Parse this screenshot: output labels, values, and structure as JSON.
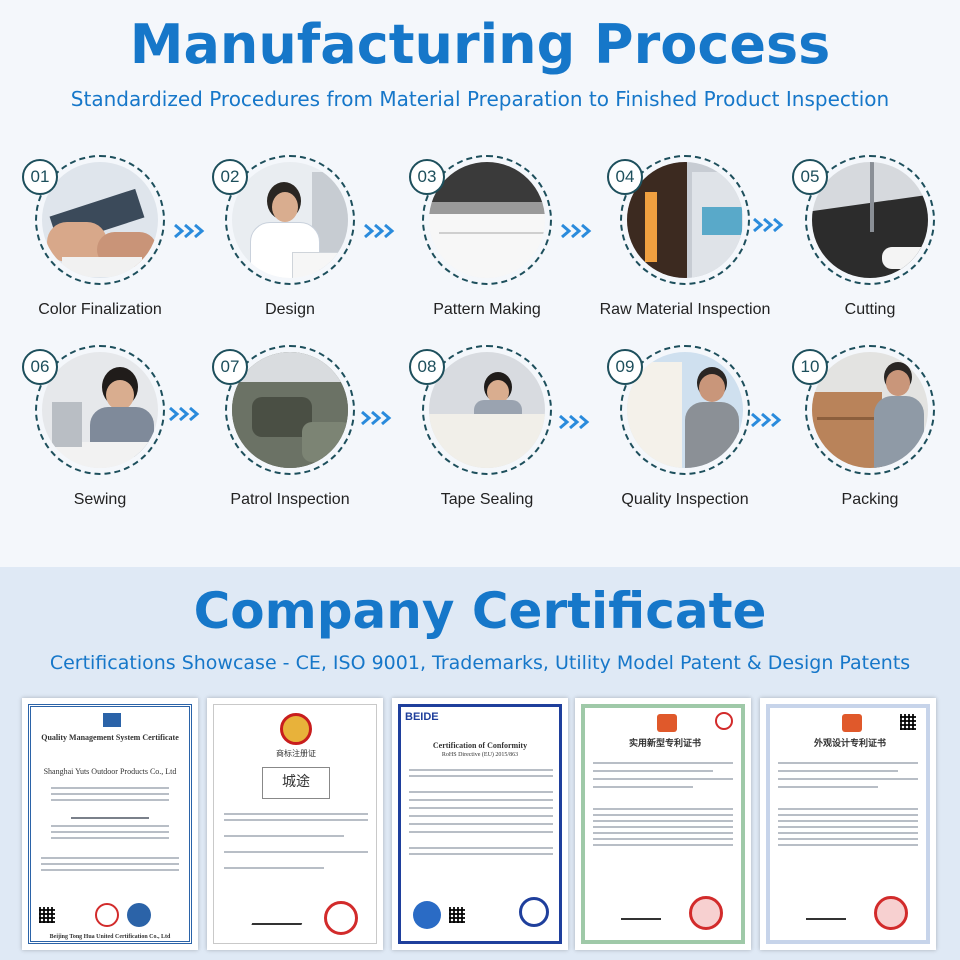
{
  "process": {
    "title": "Manufacturing Process",
    "subtitle": "Standardized Procedures from Material Preparation to Finished Product Inspection",
    "steps": [
      {
        "number": "01",
        "label": "Color Finalization"
      },
      {
        "number": "02",
        "label": "Design"
      },
      {
        "number": "03",
        "label": "Pattern Making"
      },
      {
        "number": "04",
        "label": "Raw Material Inspection"
      },
      {
        "number": "05",
        "label": "Cutting"
      },
      {
        "number": "06",
        "label": "Sewing"
      },
      {
        "number": "07",
        "label": "Patrol Inspection"
      },
      {
        "number": "08",
        "label": "Tape Sealing"
      },
      {
        "number": "09",
        "label": "Quality Inspection"
      },
      {
        "number": "10",
        "label": "Packing"
      }
    ]
  },
  "certificates": {
    "title": "Company Certificate",
    "subtitle": "Certifications Showcase - CE, ISO 9001, Trademarks, Utility Model Patent & Design Patents",
    "items": [
      {
        "heading": "Quality Management System Certificate",
        "holder": "Shanghai Yuts Outdoor Products Co., Ltd",
        "footer": "Beijing Tong Hua United Certification Co., Ltd"
      },
      {
        "heading": "商标注册证",
        "mark": "城途"
      },
      {
        "brand": "BEIDE",
        "heading": "Certification of Conformity",
        "subheading": "RoHS Directive (EU) 2015/863"
      },
      {
        "heading": "实用新型专利证书"
      },
      {
        "heading": "外观设计专利证书"
      }
    ]
  },
  "colors": {
    "accent": "#1677c9",
    "circle_border": "#1d4f5c",
    "arrow": "#2a8bdc",
    "seal": "#d22b2b"
  }
}
